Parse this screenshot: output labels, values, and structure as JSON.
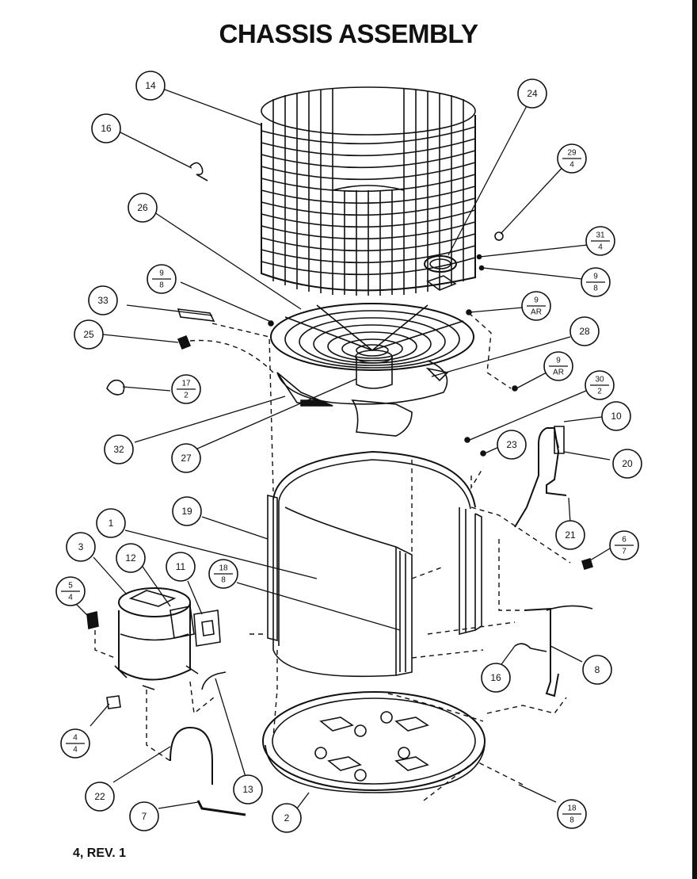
{
  "title": "CHASSIS ASSEMBLY",
  "footer": "4, REV. 1",
  "callouts": [
    {
      "id": "c14",
      "top": "14",
      "bottom": ""
    },
    {
      "id": "c16a",
      "top": "16",
      "bottom": ""
    },
    {
      "id": "c24",
      "top": "24",
      "bottom": ""
    },
    {
      "id": "c29",
      "top": "29",
      "bottom": "4"
    },
    {
      "id": "c26",
      "top": "26",
      "bottom": ""
    },
    {
      "id": "c31",
      "top": "31",
      "bottom": "4"
    },
    {
      "id": "c9a",
      "top": "9",
      "bottom": "8"
    },
    {
      "id": "c9b",
      "top": "9",
      "bottom": "8"
    },
    {
      "id": "c33",
      "top": "33",
      "bottom": ""
    },
    {
      "id": "c9ar1",
      "top": "9",
      "bottom": "AR"
    },
    {
      "id": "c28",
      "top": "28",
      "bottom": ""
    },
    {
      "id": "c25",
      "top": "25",
      "bottom": ""
    },
    {
      "id": "c9ar2",
      "top": "9",
      "bottom": "AR"
    },
    {
      "id": "c17",
      "top": "17",
      "bottom": "2"
    },
    {
      "id": "c30",
      "top": "30",
      "bottom": "2"
    },
    {
      "id": "c10",
      "top": "10",
      "bottom": ""
    },
    {
      "id": "c32",
      "top": "32",
      "bottom": ""
    },
    {
      "id": "c27",
      "top": "27",
      "bottom": ""
    },
    {
      "id": "c23",
      "top": "23",
      "bottom": ""
    },
    {
      "id": "c20",
      "top": "20",
      "bottom": ""
    },
    {
      "id": "c1",
      "top": "1",
      "bottom": ""
    },
    {
      "id": "c19",
      "top": "19",
      "bottom": ""
    },
    {
      "id": "c21",
      "top": "21",
      "bottom": ""
    },
    {
      "id": "c3",
      "top": "3",
      "bottom": ""
    },
    {
      "id": "c12",
      "top": "12",
      "bottom": ""
    },
    {
      "id": "c11",
      "top": "11",
      "bottom": ""
    },
    {
      "id": "c18a",
      "top": "18",
      "bottom": "8"
    },
    {
      "id": "c6",
      "top": "6",
      "bottom": "7"
    },
    {
      "id": "c5",
      "top": "5",
      "bottom": "4"
    },
    {
      "id": "c8",
      "top": "8",
      "bottom": ""
    },
    {
      "id": "c16b",
      "top": "16",
      "bottom": ""
    },
    {
      "id": "c4",
      "top": "4",
      "bottom": "4"
    },
    {
      "id": "c22",
      "top": "22",
      "bottom": ""
    },
    {
      "id": "c13",
      "top": "13",
      "bottom": ""
    },
    {
      "id": "c7",
      "top": "7",
      "bottom": ""
    },
    {
      "id": "c2",
      "top": "2",
      "bottom": ""
    },
    {
      "id": "c18b",
      "top": "18",
      "bottom": "8"
    }
  ]
}
